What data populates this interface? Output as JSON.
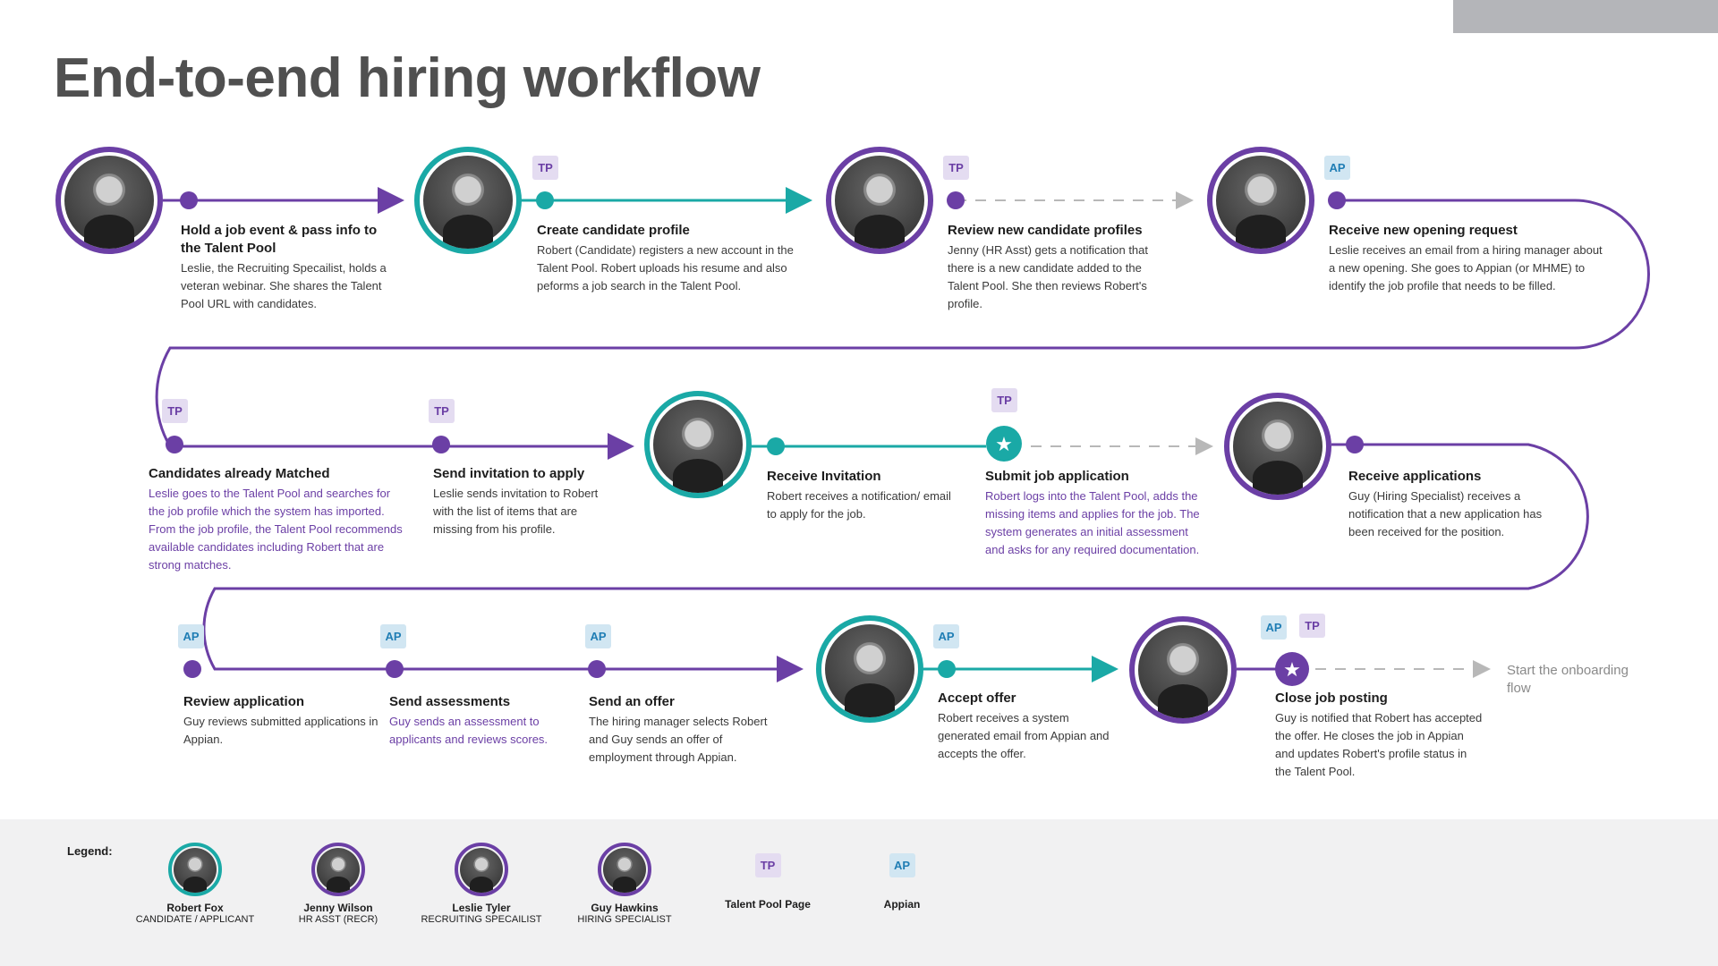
{
  "title": "End-to-end hiring workflow",
  "colors": {
    "purple": "#6b3fa5",
    "teal": "#1aa9a6",
    "dashed": "#b8b8b8",
    "tp_bg": "#e4dcf1",
    "ap_bg": "#d1e6f2"
  },
  "tags": {
    "tp": "TP",
    "ap": "AP"
  },
  "steps": [
    {
      "title": "Hold a job event & pass info to the Talent Pool",
      "desc": "Leslie, the Recruiting Specailist, holds a veteran webinar. She shares the Talent Pool URL with candidates."
    },
    {
      "title": "Create candidate profile",
      "desc": "Robert (Candidate) registers a new account in the Talent Pool. Robert uploads his resume and also peforms a job search in the Talent Pool."
    },
    {
      "title": "Review new candidate profiles",
      "desc": "Jenny (HR Asst) gets a notification that there is a new candidate added to the Talent Pool. She then reviews Robert's profile."
    },
    {
      "title": "Receive new opening request",
      "desc": "Leslie receives an email from a hiring manager about a new opening.  She goes to Appian (or MHME) to identify the job profile that needs to be filled."
    },
    {
      "title": "Candidates already Matched",
      "desc": "Leslie goes to the Talent Pool and searches for the job profile which the system has imported.  From the job profile, the Talent Pool recommends available candidates including Robert that are strong matches."
    },
    {
      "title": "Send invitation to apply",
      "desc": "Leslie sends invitation to Robert with the list of items that are missing from his profile."
    },
    {
      "title": "Receive Invitation",
      "desc": "Robert receives a notification/ email to apply for the job."
    },
    {
      "title": "Submit job application",
      "desc": "Robert logs into the Talent Pool, adds the missing items and applies for the job. The system generates an initial assessment and asks for any required  documentation."
    },
    {
      "title": "Receive applications",
      "desc": "Guy (Hiring Specialist) receives a notification that a new application has been received for the position."
    },
    {
      "title": "Review application",
      "desc": "Guy reviews submitted applications in Appian."
    },
    {
      "title": "Send assessments",
      "desc": "Guy sends an assessment to applicants and reviews scores."
    },
    {
      "title": "Send an offer",
      "desc": "The hiring manager selects Robert and Guy sends an offer of employment through Appian."
    },
    {
      "title": "Accept offer",
      "desc": "Robert receives a system generated email from Appian and accepts the offer."
    },
    {
      "title": "Close job posting",
      "desc": "Guy is notified that Robert has accepted the offer. He closes the job in Appian and updates Robert's profile status in the Talent Pool."
    }
  ],
  "end_note": "Start the onboarding flow",
  "legend": {
    "label": "Legend:",
    "people": [
      {
        "name": "Robert Fox",
        "role": "CANDIDATE / APPLICANT"
      },
      {
        "name": "Jenny Wilson",
        "role": "HR ASST (RECR)"
      },
      {
        "name": "Leslie Tyler",
        "role": "RECRUITING SPECAILIST"
      },
      {
        "name": "Guy Hawkins",
        "role": "HIRING SPECIALIST"
      }
    ],
    "tp_name": "Talent Pool Page",
    "ap_name": "Appian"
  }
}
